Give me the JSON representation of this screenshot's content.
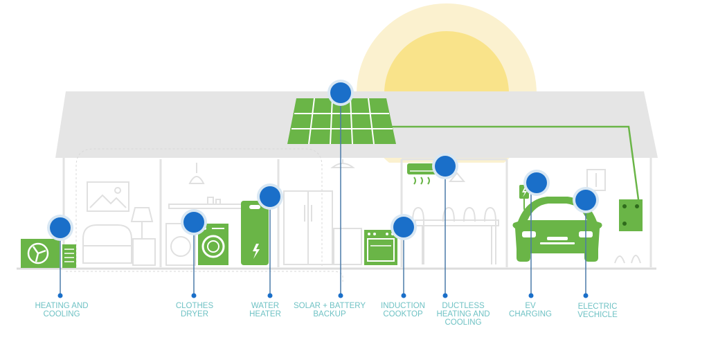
{
  "colors": {
    "green": "#6ab547",
    "green_dark": "#4f9a33",
    "blue_marker": "#1a6fc9",
    "roof_gray": "#e5e5e5",
    "line_gray": "#dcdcdc",
    "label_teal": "#6fc2c4",
    "sun_outer": "#fbf1cf",
    "sun_inner": "#f9e38a"
  },
  "hotspots": [
    {
      "id": "heating-cooling",
      "lines": [
        "HEATING AND",
        "COOLING"
      ],
      "icon": "heat-pump-icon"
    },
    {
      "id": "clothes-dryer",
      "lines": [
        "CLOTHES",
        "DRYER"
      ],
      "icon": "dryer-icon"
    },
    {
      "id": "water-heater",
      "lines": [
        "WATER",
        "HEATER"
      ],
      "icon": "water-heater-icon"
    },
    {
      "id": "solar-battery",
      "lines": [
        "SOLAR + BATTERY",
        "BACKUP"
      ],
      "icon": "solar-panel-icon"
    },
    {
      "id": "induction-cooktop",
      "lines": [
        "INDUCTION",
        "COOKTOP"
      ],
      "icon": "stove-icon"
    },
    {
      "id": "ductless",
      "lines": [
        "DUCTLESS",
        "HEATING AND",
        "COOLING"
      ],
      "icon": "mini-split-icon"
    },
    {
      "id": "ev-charging",
      "lines": [
        "EV",
        "CHARGING"
      ],
      "icon": "ev-charger-icon"
    },
    {
      "id": "electric-vehicle",
      "lines": [
        "ELECTRIC",
        "VECHICLE"
      ],
      "icon": "car-icon"
    }
  ]
}
